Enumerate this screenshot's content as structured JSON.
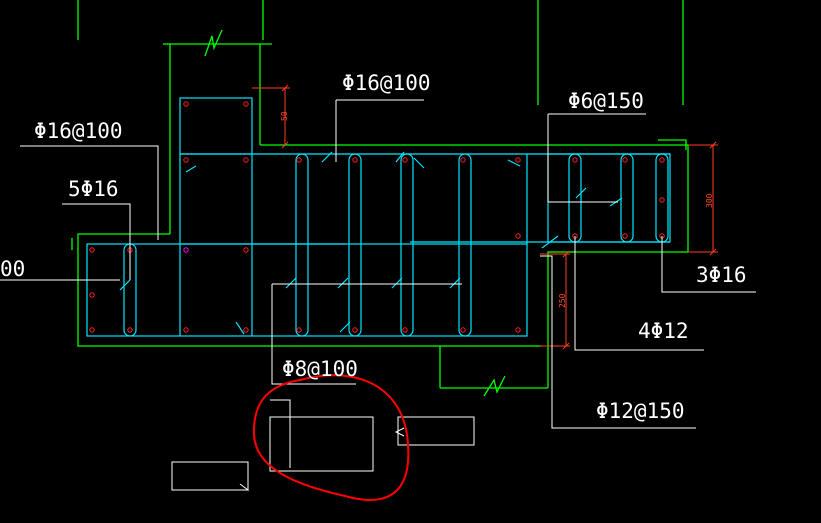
{
  "labels": {
    "phi16_100_top": "Φ16@100",
    "phi16_100_left": "Φ16@100",
    "bar_5phi16": "5Φ16",
    "cut_left_00": "00",
    "phi6_150": "Φ6@150",
    "bar_3phi16": "3Φ16",
    "bar_4phi12": "4Φ12",
    "phi8_100": "Φ8@100",
    "phi12_150": "Φ12@150"
  },
  "dimensions": {
    "dim_small_top": "50",
    "dim_300": "300",
    "dim_250": "250"
  },
  "colors": {
    "background": "#000000",
    "rebar_cyan": "#00e5ff",
    "outline_green": "#00ff00",
    "leader_white": "#ffffff",
    "dimension_red": "#ff3b1f",
    "highlight_circle": "#ff0000",
    "rebar_dots": "#ff2020",
    "corner_dots": "#ff00ff"
  }
}
